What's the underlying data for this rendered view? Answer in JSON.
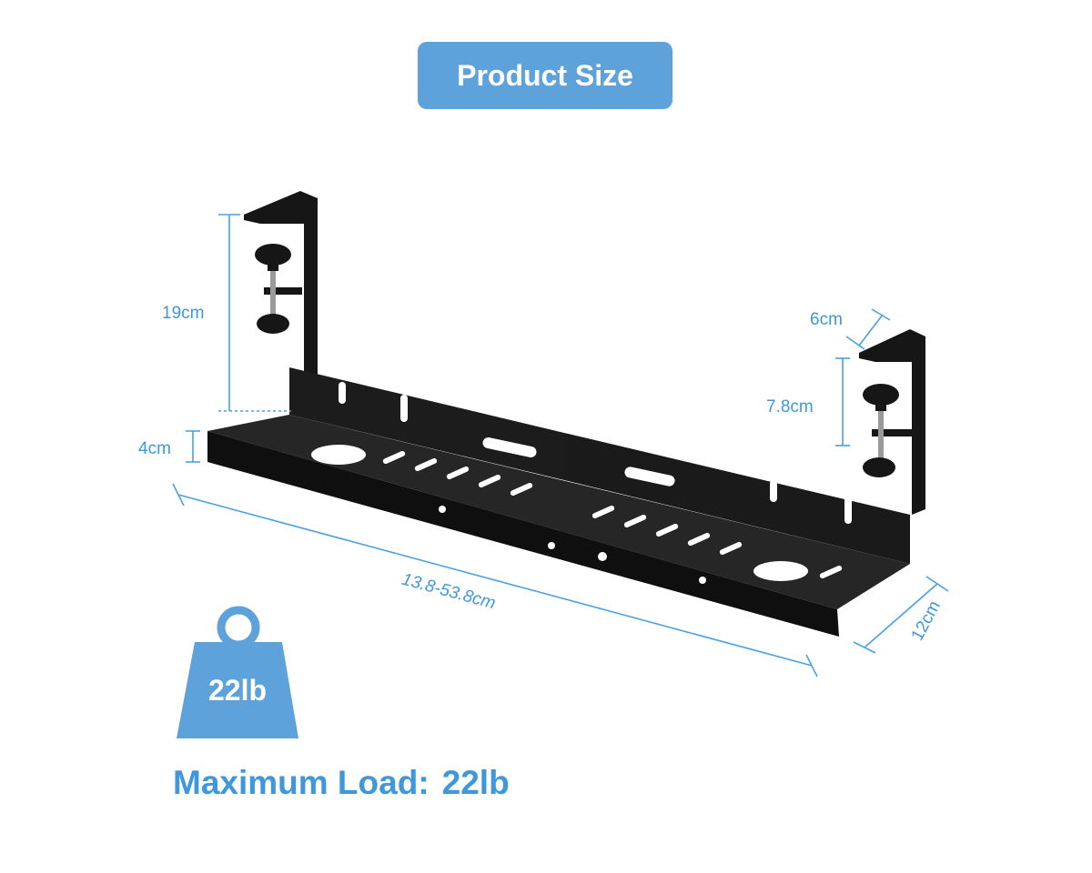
{
  "title": "Product Size",
  "dimensions": {
    "clamp_height": "19cm",
    "tray_height": "4cm",
    "clamp_width": "6cm",
    "clamp_opening": "7.8cm",
    "length": "13.8-53.8cm",
    "depth": "12cm"
  },
  "weight_icon": {
    "label": "22lb"
  },
  "max_load": {
    "label": "Maximum Load:",
    "value": "22lb"
  },
  "colors": {
    "accent": "#5ea2dc",
    "dimension": "#3f97dd",
    "product": "#111111"
  }
}
